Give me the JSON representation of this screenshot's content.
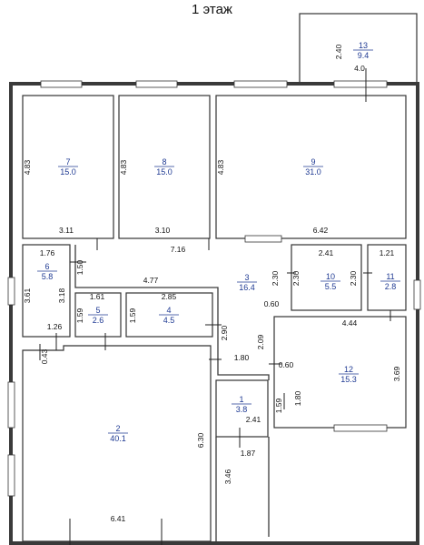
{
  "title": "1 этаж",
  "rooms": [
    {
      "id": "1",
      "area": "3.8"
    },
    {
      "id": "2",
      "area": "40.1"
    },
    {
      "id": "3",
      "area": "16.4"
    },
    {
      "id": "4",
      "area": "4.5"
    },
    {
      "id": "5",
      "area": "2.6"
    },
    {
      "id": "6",
      "area": "5.8"
    },
    {
      "id": "7",
      "area": "15.0"
    },
    {
      "id": "8",
      "area": "15.0"
    },
    {
      "id": "9",
      "area": "31.0"
    },
    {
      "id": "10",
      "area": "5.5"
    },
    {
      "id": "11",
      "area": "2.8"
    },
    {
      "id": "12",
      "area": "15.3"
    },
    {
      "id": "13",
      "area": "9.4"
    }
  ],
  "dimensions": [
    "2.40",
    "4.0",
    "4.83",
    "4.83",
    "4.83",
    "3.11",
    "3.10",
    "6.42",
    "1.76",
    "7.16",
    "2.41",
    "1.21",
    "1.50",
    "4.77",
    "2.30",
    "2.30",
    "2.30",
    "3.61",
    "3.18",
    "1.61",
    "2.85",
    "0.60",
    "1.59",
    "1.59",
    "4.44",
    "1.26",
    "2.90",
    "2.09",
    "0.43",
    "1.80",
    "0.60",
    "3.69",
    "1.80",
    "1.59",
    "2.41",
    "6.30",
    "1.87",
    "3.46",
    "6.41"
  ]
}
